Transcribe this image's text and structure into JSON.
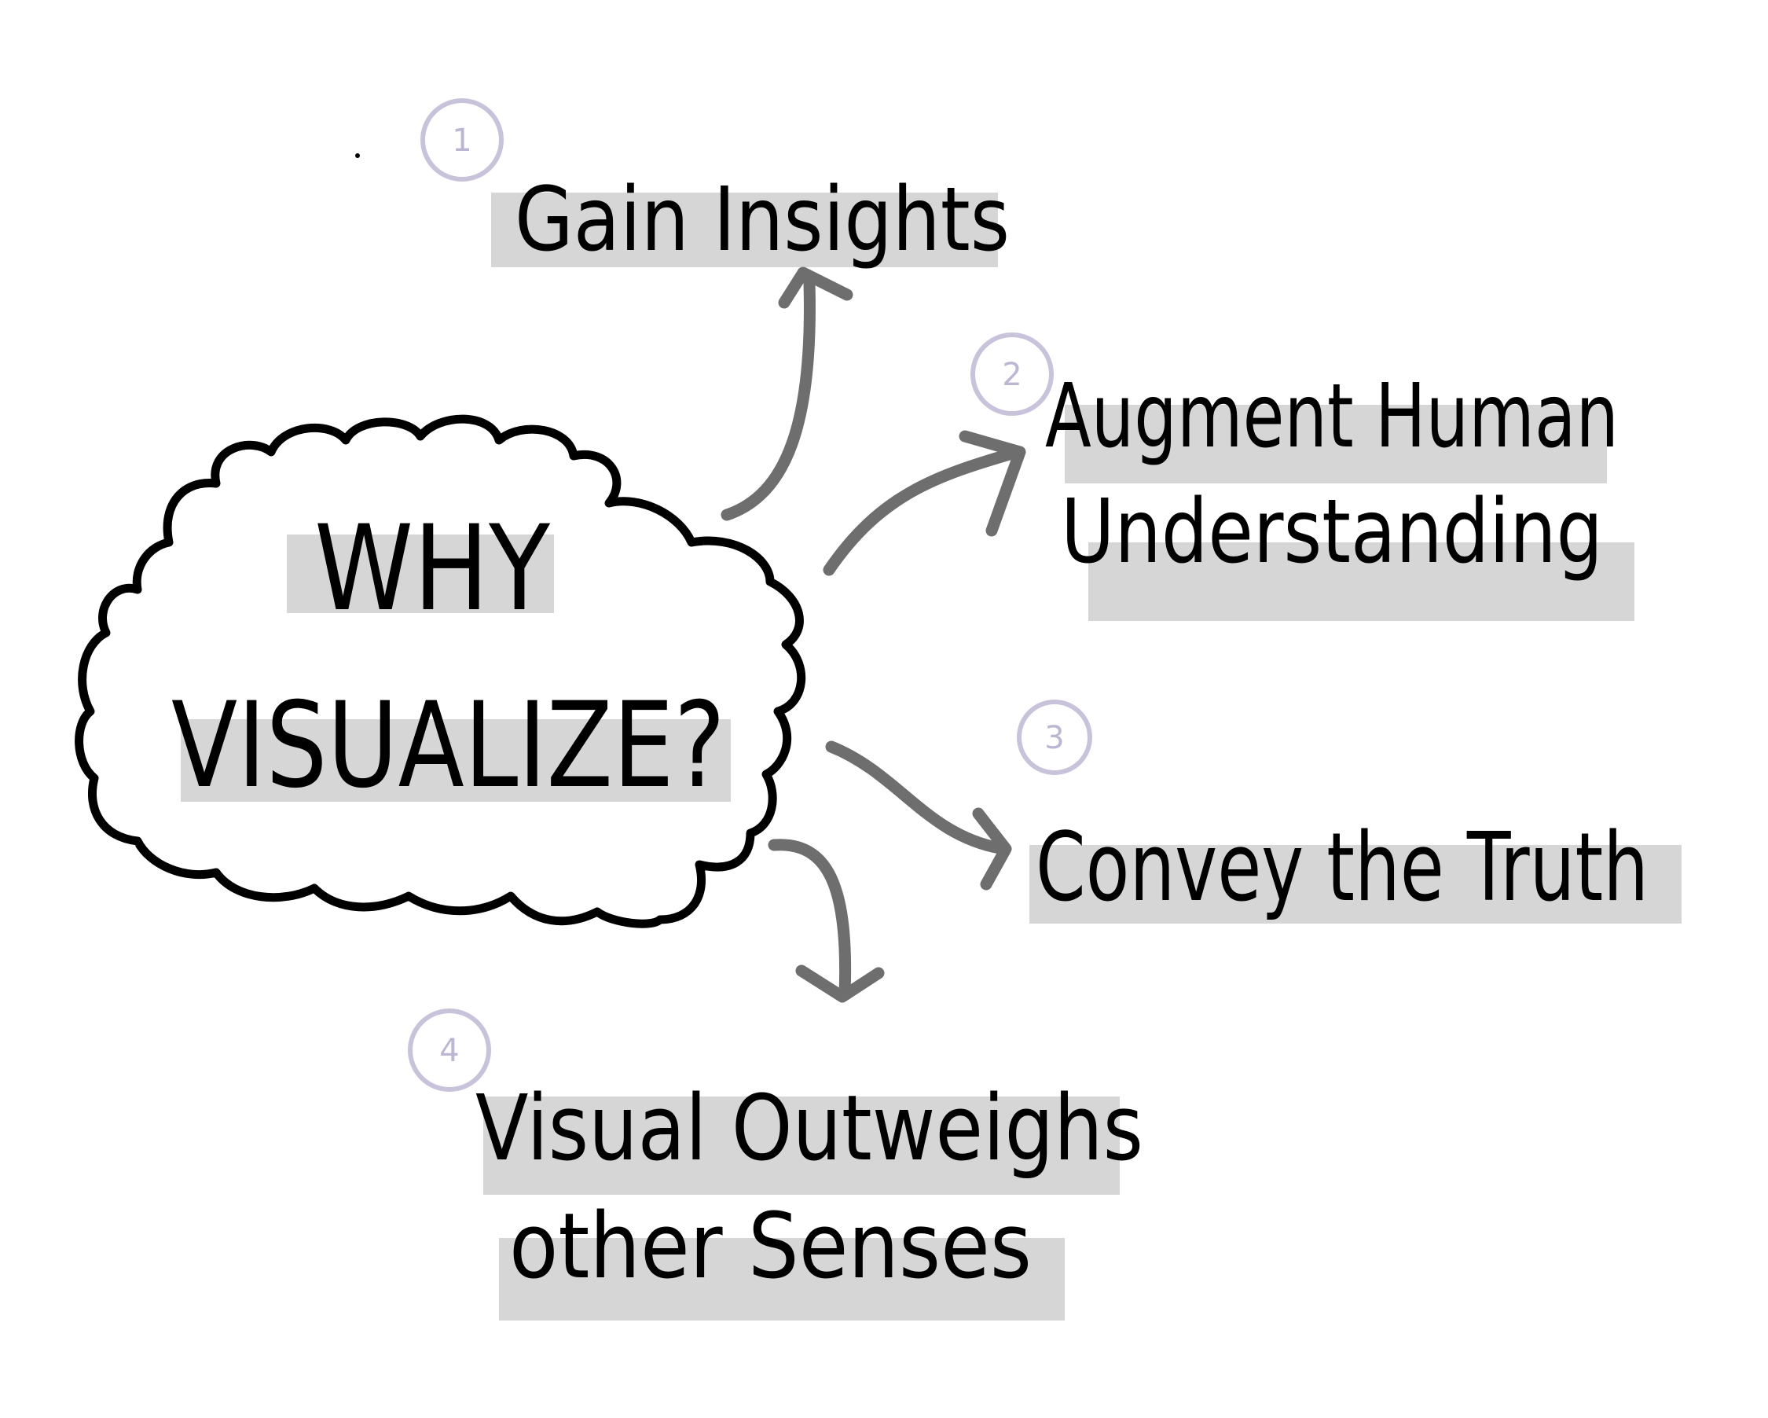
{
  "diagram": {
    "center": {
      "line1": "WHY",
      "line2": "VISUALIZE?"
    },
    "branches": [
      {
        "number": "1",
        "lines": [
          "Gain Insights"
        ]
      },
      {
        "number": "2",
        "lines": [
          "Augment Human",
          "Understanding"
        ]
      },
      {
        "number": "3",
        "lines": [
          "Convey the Truth"
        ]
      },
      {
        "number": "4",
        "lines": [
          "Visual Outweighs",
          "other Senses"
        ]
      }
    ]
  },
  "colors": {
    "ink": "#000000",
    "arrow": "#6e6e6e",
    "highlight": "#d6d6d6",
    "badge": "#c8c2da",
    "background": "#ffffff"
  }
}
